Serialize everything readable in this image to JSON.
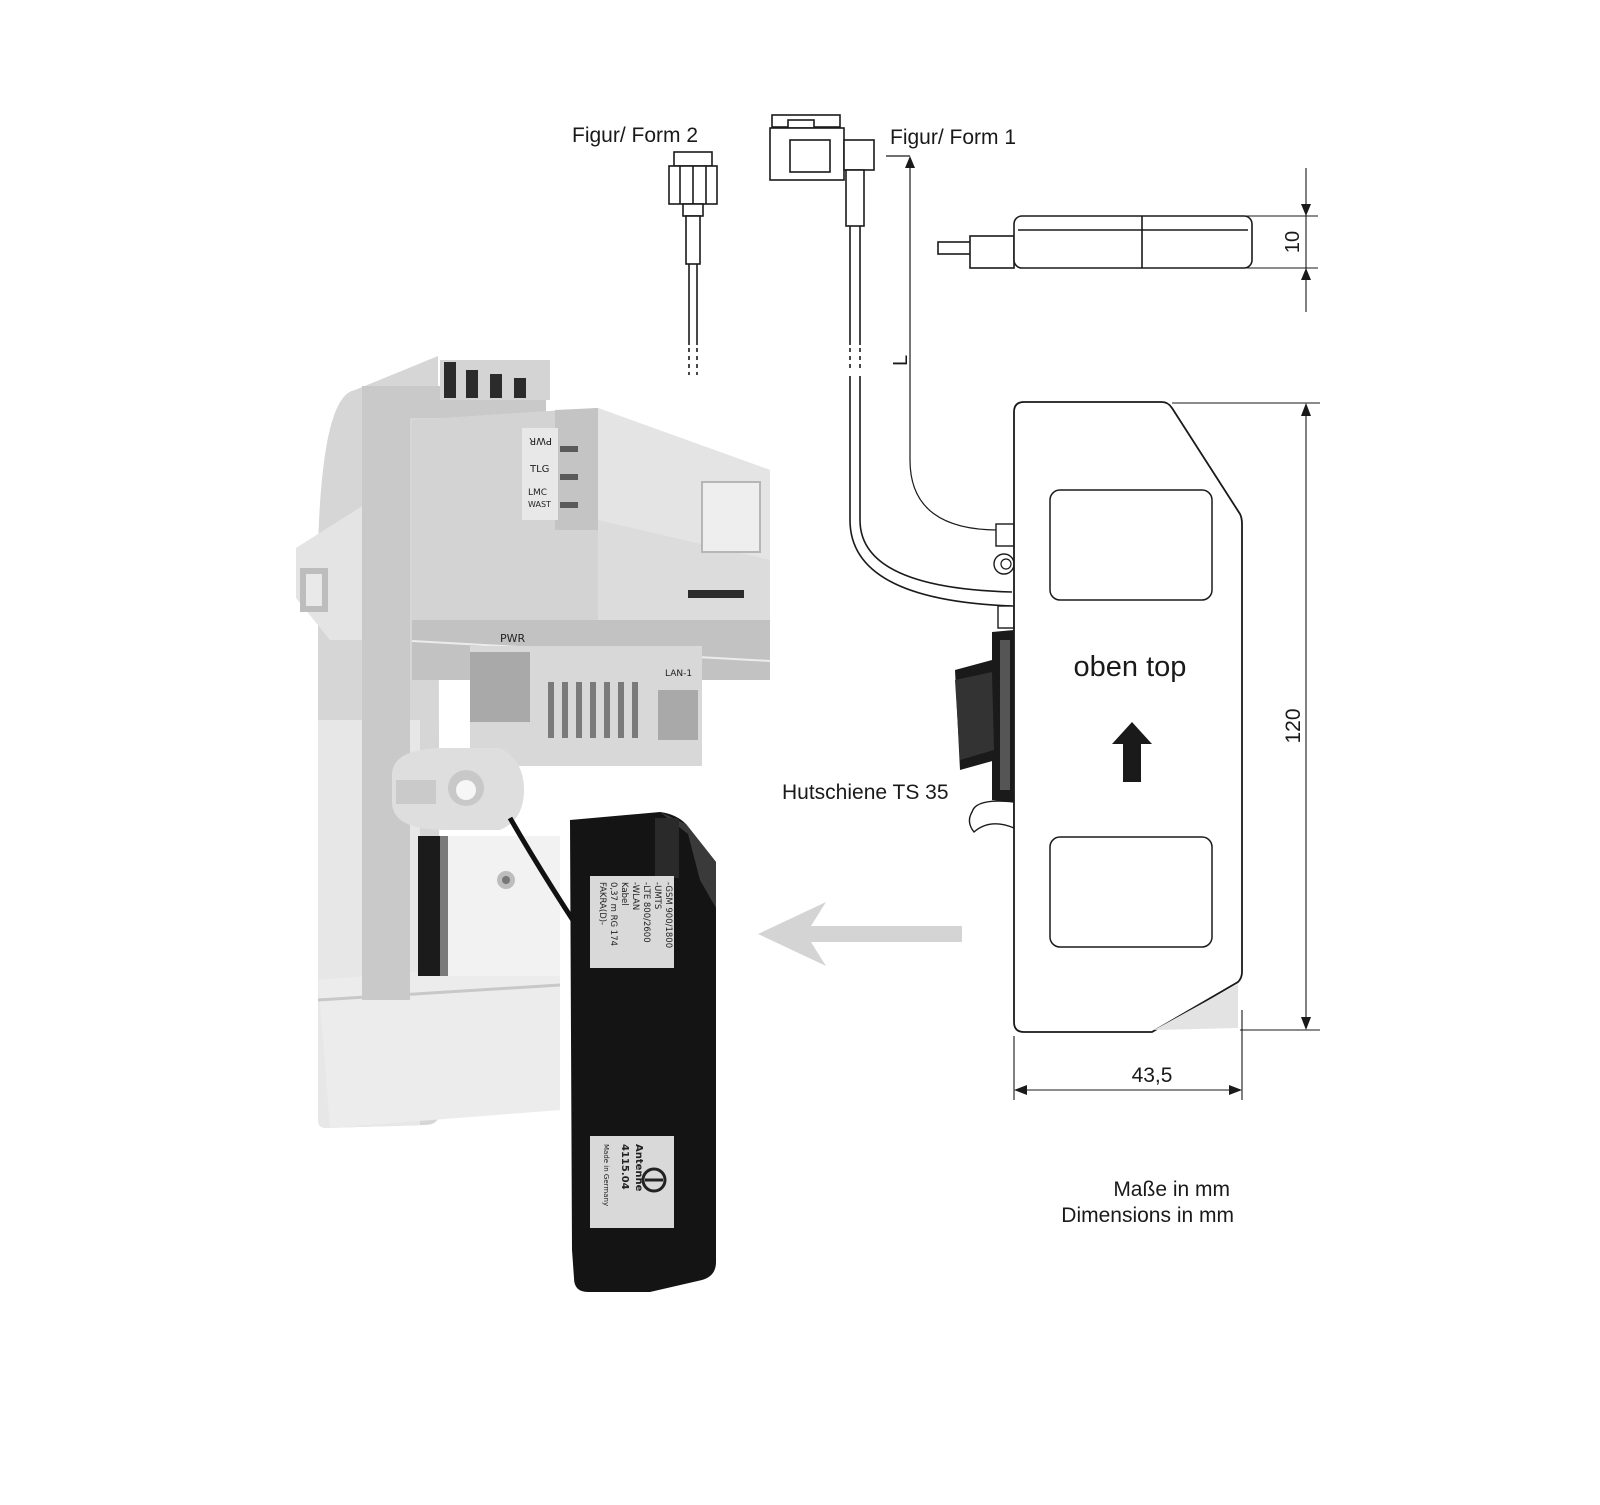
{
  "labels": {
    "form2": "Figur/ Form 2",
    "form1": "Figur/ Form 1",
    "cable_length": "L",
    "dim_height_small": "10",
    "dim_height_large": "120",
    "dim_width": "43,5",
    "orientation": "oben  top",
    "din_rail": "Hutschiene TS 35",
    "units_de": "Maße in mm",
    "units_en": "Dimensions in mm"
  },
  "device_leds": {
    "led1": "PWR",
    "led2": "TLG",
    "led3": "LMC",
    "led4": "WAST",
    "port_left": "PWR",
    "port_right": "LAN-1"
  },
  "antenna_label": {
    "line1": "-GSM 900/1800",
    "line2": "-UMTS",
    "line3": "-LTE 800/2600",
    "line4": "-WLAN",
    "line5": "Kabel",
    "line6": "0,37 m RG 174",
    "line7": "FAKRA(D)-"
  },
  "antenna_brand": {
    "name": "Antenne",
    "code": "4115.04",
    "origin": "Made in Germany"
  },
  "colors": {
    "line": "#1a1a1a",
    "device_body": "#dcdcdc",
    "device_shadow": "#b9b9b9",
    "antenna_body": "#141414",
    "arrow_gray": "#d4d4d4"
  }
}
